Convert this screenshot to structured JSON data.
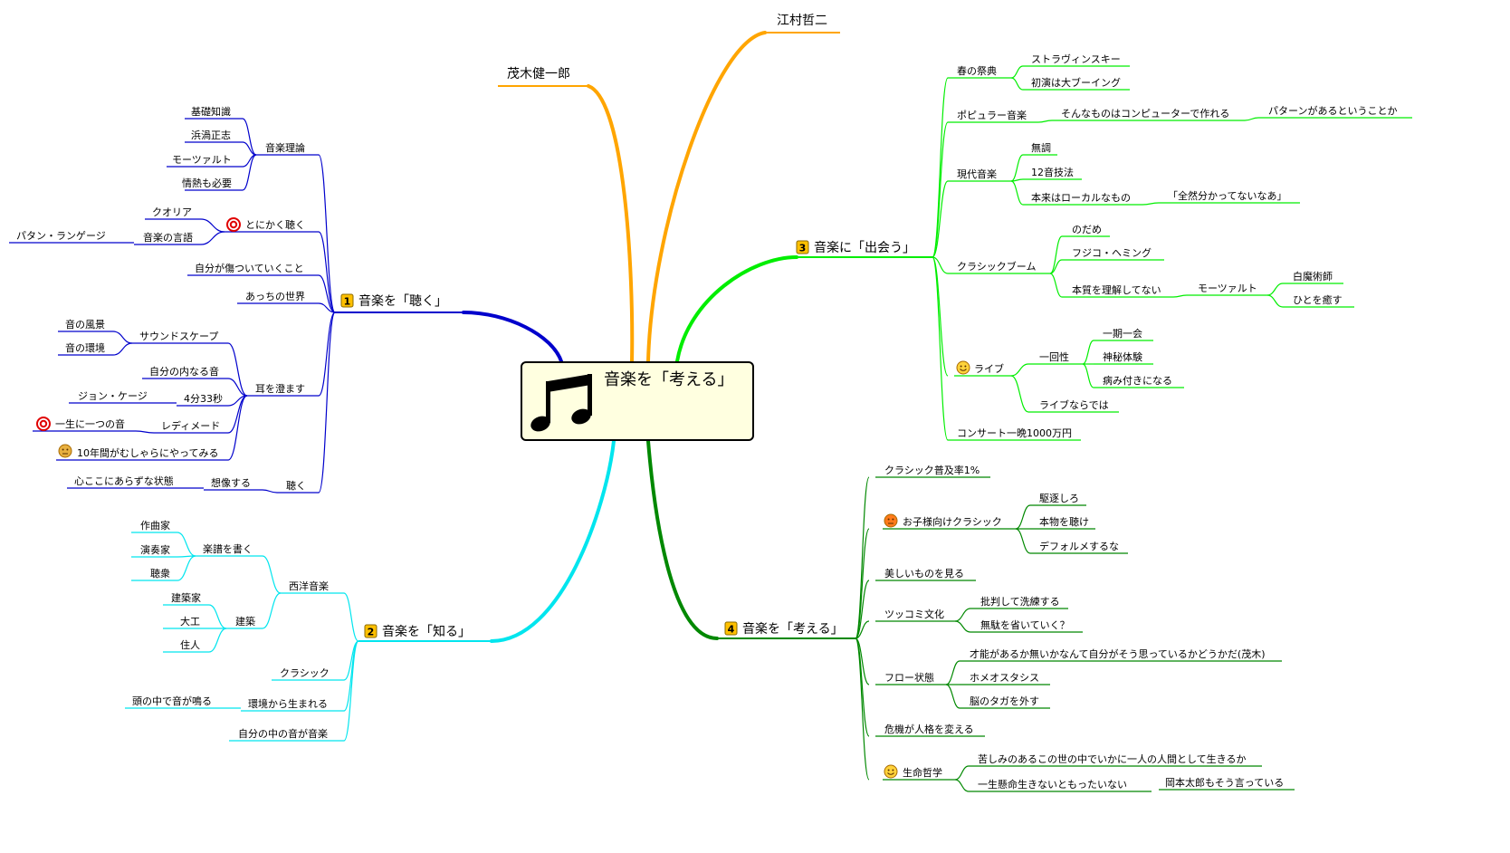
{
  "root": {
    "label": "音楽を「考える」",
    "icon": "music-note-icon"
  },
  "colors": {
    "listen": "#0000cc",
    "know": "#00e5ee",
    "meet": "#00ee00",
    "think": "#008800",
    "people": "#ffa500"
  },
  "people": [
    {
      "label": "茂木健一郎"
    },
    {
      "label": "江村哲二"
    }
  ],
  "branches": {
    "listen": {
      "label": "音楽を「聴く」",
      "number": "1",
      "children": [
        {
          "label": "音楽理論",
          "children": [
            {
              "label": "基礎知識"
            },
            {
              "label": "浜渦正志"
            },
            {
              "label": "モーツァルト"
            },
            {
              "label": "情熱も必要"
            }
          ]
        },
        {
          "label": "とにかく聴く",
          "icon": "target-icon",
          "children": [
            {
              "label": "クオリア"
            },
            {
              "label": "音楽の言語",
              "children": [
                {
                  "label": "パタン・ランゲージ"
                }
              ]
            }
          ]
        },
        {
          "label": "自分が傷ついていくこと"
        },
        {
          "label": "あっちの世界"
        },
        {
          "label": "耳を澄ます",
          "children": [
            {
              "label": "サウンドスケープ",
              "children": [
                {
                  "label": "音の風景"
                },
                {
                  "label": "音の環境"
                }
              ]
            },
            {
              "label": "自分の内なる音"
            },
            {
              "label": "4分33秒",
              "children": [
                {
                  "label": "ジョン・ケージ"
                }
              ]
            },
            {
              "label": "レディメード",
              "children": [
                {
                  "label": "一生に一つの音",
                  "icon": "target-icon"
                }
              ]
            },
            {
              "label": "10年間がむしゃらにやってみる",
              "icon": "dizzy-face-icon"
            }
          ]
        },
        {
          "label": "聴く",
          "children": [
            {
              "label": "想像する",
              "children": [
                {
                  "label": "心ここにあらずな状態"
                }
              ]
            }
          ]
        }
      ]
    },
    "know": {
      "label": "音楽を「知る」",
      "number": "2",
      "children": [
        {
          "label": "西洋音楽",
          "children": [
            {
              "label": "楽譜を書く",
              "children": [
                {
                  "label": "作曲家"
                },
                {
                  "label": "演奏家"
                },
                {
                  "label": "聴衆"
                }
              ]
            },
            {
              "label": "建築",
              "children": [
                {
                  "label": "建築家"
                },
                {
                  "label": "大工"
                },
                {
                  "label": "住人"
                }
              ]
            }
          ]
        },
        {
          "label": "クラシック"
        },
        {
          "label": "環境から生まれる",
          "children": [
            {
              "label": "頭の中で音が鳴る"
            }
          ]
        },
        {
          "label": "自分の中の音が音楽"
        }
      ]
    },
    "meet": {
      "label": "音楽に「出会う」",
      "number": "3",
      "children": [
        {
          "label": "春の祭典",
          "children": [
            {
              "label": "ストラヴィンスキー"
            },
            {
              "label": "初演は大ブーイング"
            }
          ]
        },
        {
          "label": "ポピュラー音楽",
          "children": [
            {
              "label": "そんなものはコンピューターで作れる",
              "children": [
                {
                  "label": "パターンがあるということか"
                }
              ]
            }
          ]
        },
        {
          "label": "現代音楽",
          "children": [
            {
              "label": "無調"
            },
            {
              "label": "12音技法"
            },
            {
              "label": "本来はローカルなもの",
              "children": [
                {
                  "label": "「全然分かってないなあ」"
                }
              ]
            }
          ]
        },
        {
          "label": "クラシックブーム",
          "children": [
            {
              "label": "のだめ"
            },
            {
              "label": "フジコ・ヘミング"
            },
            {
              "label": "本質を理解してない",
              "children": [
                {
                  "label": "モーツァルト",
                  "children": [
                    {
                      "label": "白魔術師"
                    },
                    {
                      "label": "ひとを癒す"
                    }
                  ]
                }
              ]
            }
          ]
        },
        {
          "label": "ライブ",
          "icon": "smiley-icon",
          "children": [
            {
              "label": "一回性",
              "children": [
                {
                  "label": "一期一会"
                },
                {
                  "label": "神秘体験"
                },
                {
                  "label": "病み付きになる"
                }
              ]
            },
            {
              "label": "ライブならでは"
            }
          ]
        },
        {
          "label": "コンサート一晩1000万円"
        }
      ]
    },
    "think": {
      "label": "音楽を「考える」",
      "number": "4",
      "children": [
        {
          "label": "クラシック普及率1%"
        },
        {
          "label": "お子様向けクラシック",
          "icon": "angry-face-icon",
          "children": [
            {
              "label": "駆逐しろ"
            },
            {
              "label": "本物を聴け"
            },
            {
              "label": "デフォルメするな"
            }
          ]
        },
        {
          "label": "美しいものを見る"
        },
        {
          "label": "ツッコミ文化",
          "children": [
            {
              "label": "批判して洗練する"
            },
            {
              "label": "無駄を省いていく？"
            }
          ]
        },
        {
          "label": "フロー状態",
          "children": [
            {
              "label": "才能があるか無いかなんて自分がそう思っているかどうかだ(茂木)"
            },
            {
              "label": "ホメオスタシス"
            },
            {
              "label": "脳のタガを外す"
            }
          ]
        },
        {
          "label": "危機が人格を変える"
        },
        {
          "label": "生命哲学",
          "icon": "smiley-icon",
          "children": [
            {
              "label": "苦しみのあるこの世の中でいかに一人の人間として生きるか"
            },
            {
              "label": "一生懸命生きないともったいない",
              "children": [
                {
                  "label": "岡本太郎もそう言っている"
                }
              ]
            }
          ]
        }
      ]
    }
  }
}
